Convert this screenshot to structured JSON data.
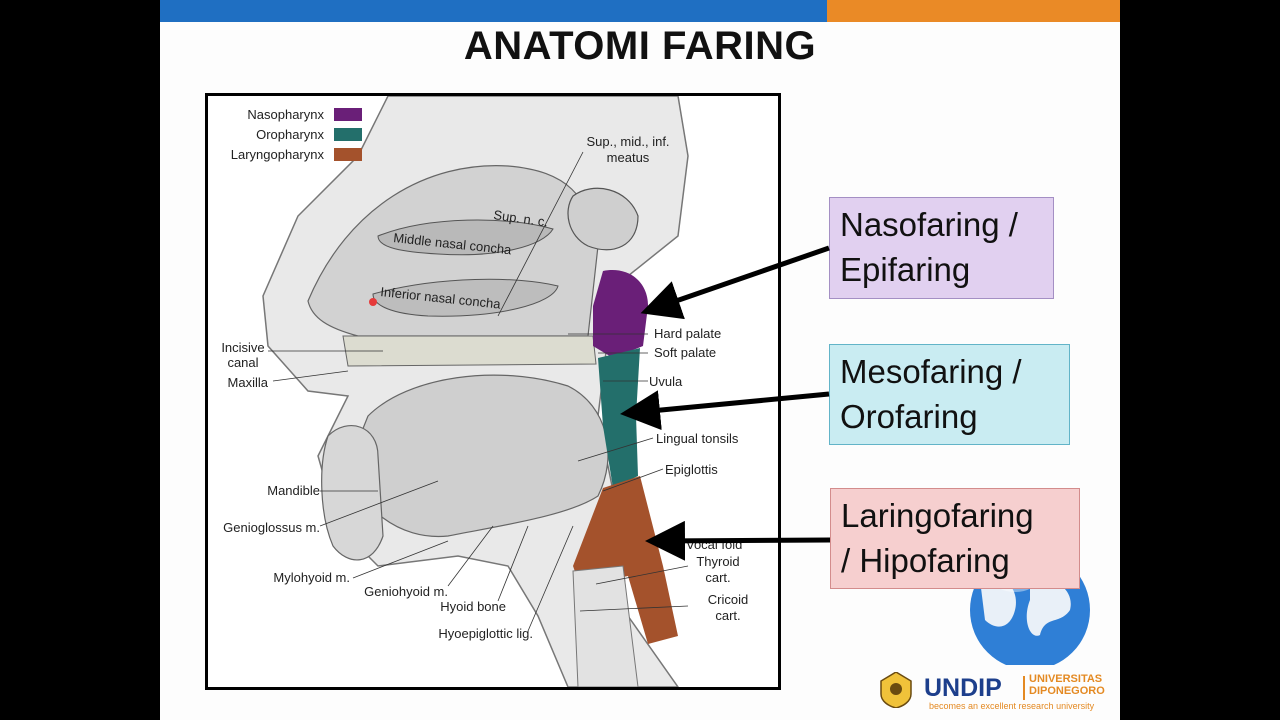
{
  "slide": {
    "title": "ANATOMI FARING"
  },
  "legend": {
    "items": [
      {
        "label": "Nasopharynx",
        "color": "#6a1f78"
      },
      {
        "label": "Oropharynx",
        "color": "#236f6b"
      },
      {
        "label": "Laryngopharynx",
        "color": "#a4522c"
      }
    ]
  },
  "figure_labels": {
    "meatus": "Sup., mid., inf.",
    "meatus2": "meatus",
    "sup_nc": "Sup. n. c.",
    "middle_concha": "Middle nasal concha",
    "inferior_concha": "Inferior nasal concha",
    "incisive": "Incisive",
    "incisive2": "canal",
    "maxilla": "Maxilla",
    "hard_palate": "Hard palate",
    "soft_palate": "Soft palate",
    "uvula": "Uvula",
    "lingual_tonsils": "Lingual tonsils",
    "epiglottis": "Epiglottis",
    "mandible": "Mandible",
    "genioglossus": "Genioglossus m.",
    "vocal_fold": "Vocal fold",
    "thyroid": "Thyroid",
    "thyroid2": "cart.",
    "cricoid": "Cricoid",
    "cricoid2": "cart.",
    "mylohyoid": "Mylohyoid m.",
    "geniohyoid": "Geniohyoid m.",
    "hyoid": "Hyoid bone",
    "hyoepiglottic": "Hyoepiglottic lig."
  },
  "callouts": {
    "naso_line1": "Nasofaring /",
    "naso_line2": "Epifaring",
    "meso_line1": "Mesofaring /",
    "meso_line2": "Orofaring",
    "laryngo_line1": "Laringofaring",
    "laryngo_line2": "/ Hipofaring"
  },
  "logo": {
    "name": "UNDIP",
    "univ_line1": "UNIVERSITAS",
    "univ_line2": "DIPONEGORO",
    "tagline": "becomes an excellent research university"
  }
}
